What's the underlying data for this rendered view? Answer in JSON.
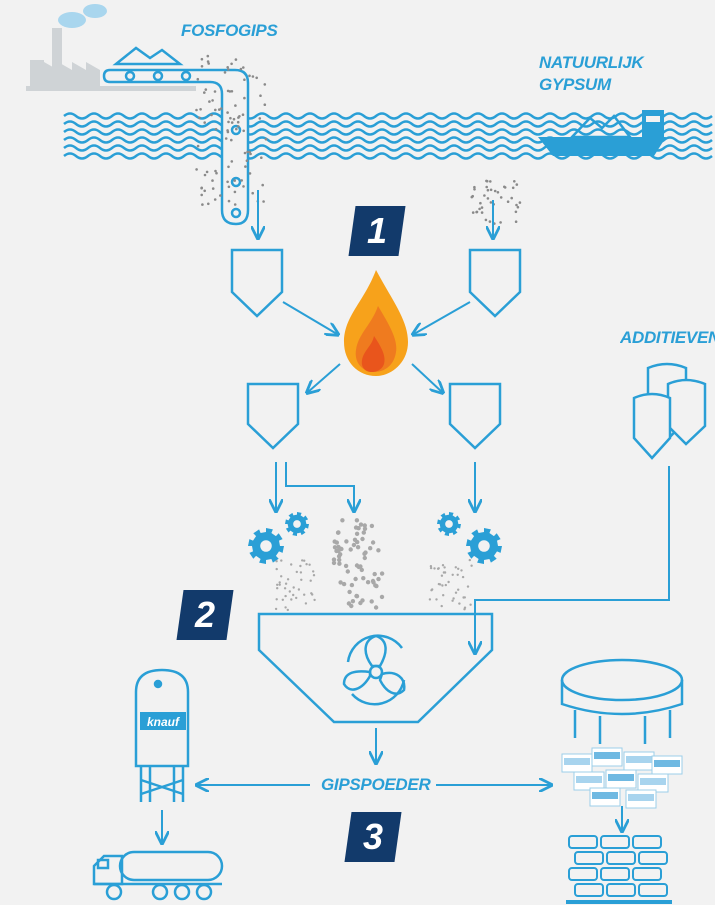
{
  "labels": {
    "fosfogips": "FOSFOGIPS",
    "natuurlijk_line1": "NATUURLIJK",
    "natuurlijk_line2": "GYPSUM",
    "additieven": "ADDITIEVEN",
    "gipspoeder": "GIPSPOEDER",
    "knauf_logo": "knauf"
  },
  "steps": [
    "1",
    "2",
    "3"
  ],
  "colors": {
    "line": "#2a9fd6",
    "dark_blue": "#123a6b",
    "background": "#f2f2f2",
    "factory": "#cfd3d6",
    "flame_outer": "#f7a21b",
    "flame_inner": "#e9551c"
  }
}
